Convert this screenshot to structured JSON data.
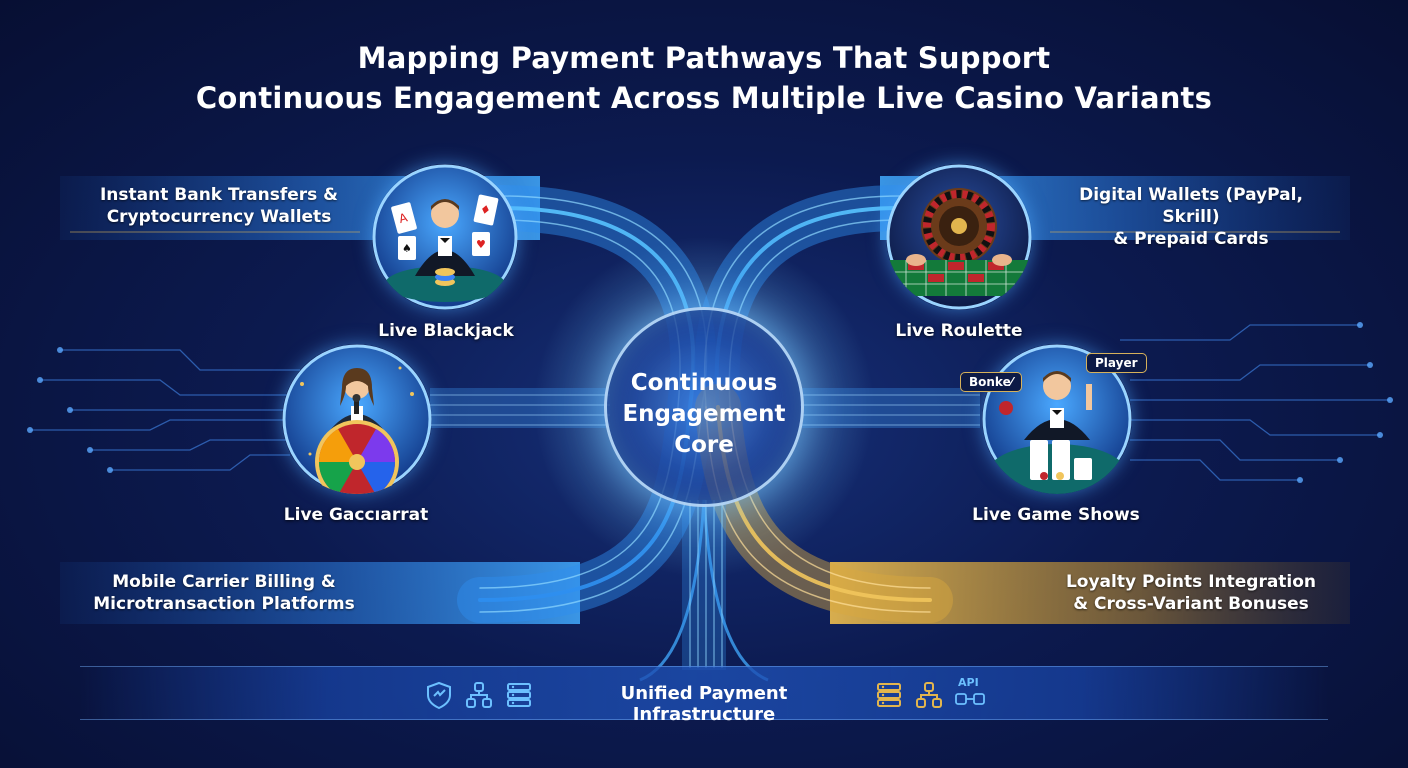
{
  "title": {
    "line1": "Mapping Payment Pathways That Support",
    "line2": "Continuous Engagement Across Multiple Live Casino Variants"
  },
  "core": {
    "line1": "Continuous",
    "line2": "Engagement",
    "line3": "Core"
  },
  "payment_methods": {
    "top_left": {
      "line1": "Instant Bank Transfers &",
      "line2": "Cryptocurrency Wallets"
    },
    "top_right": {
      "line1": "Digital Wallets (PayPal, Skrill)",
      "line2": "& Prepaid Cards"
    },
    "bottom_left": {
      "line1": "Mobile Carrier Billing &",
      "line2": "Microtransaction Platforms"
    },
    "bottom_right": {
      "line1": "Loyalty Points Integration",
      "line2": "& Cross-Variant Bonuses"
    }
  },
  "variants": {
    "blackjack": "Live Blackjack",
    "roulette": "Live Roulette",
    "baccarat": "Live Gaccıarrat",
    "game_shows": "Live Game Shows"
  },
  "bubbles": {
    "banker": "Bonke⁄",
    "player": "Player"
  },
  "infrastructure": {
    "label": "Unified Payment Infrastructure",
    "icons": [
      "shield-icon",
      "network-icon",
      "server-icon",
      "server-icon",
      "network-icon",
      "api-icon"
    ],
    "api_text": "API"
  },
  "colors": {
    "blue_flow": "#3fb3ff",
    "gold_flow": "#e0b24a",
    "background": "#0c1a4f"
  }
}
